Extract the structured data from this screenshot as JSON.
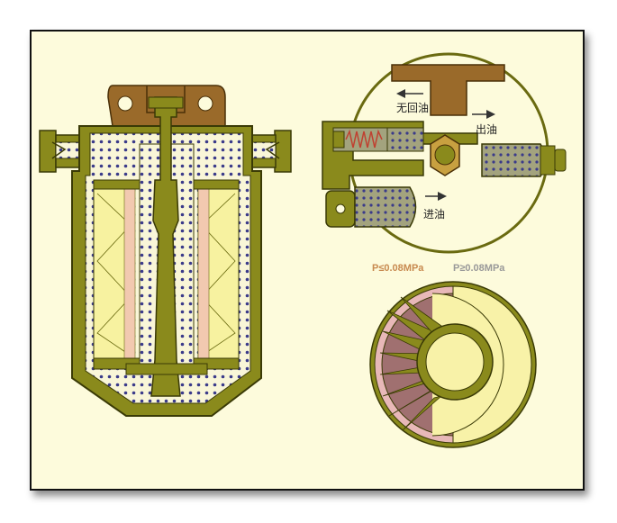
{
  "labels": {
    "no_return": "无回油",
    "oil_out": "出油",
    "oil_in": "进油",
    "p_low": "P≤0.08MPa",
    "p_high": "P≥0.08MPa"
  },
  "colors": {
    "frame_bg": "#fdfbdc",
    "housing_olive": "#8a8a1c",
    "housing_dark": "#5c5c0e",
    "head_brown": "#9a6a2a",
    "element_yellow": "#f7f2a0",
    "element_pink": "#f2c9b0",
    "valve_grey": "#a3a37e",
    "spring_red": "#c04030",
    "p_low_color": "#c88a50",
    "p_high_color": "#999999",
    "disk_purple": "#a07070",
    "disk_pink": "#e8b8b8",
    "disk_yellow": "#f8f2a8"
  }
}
